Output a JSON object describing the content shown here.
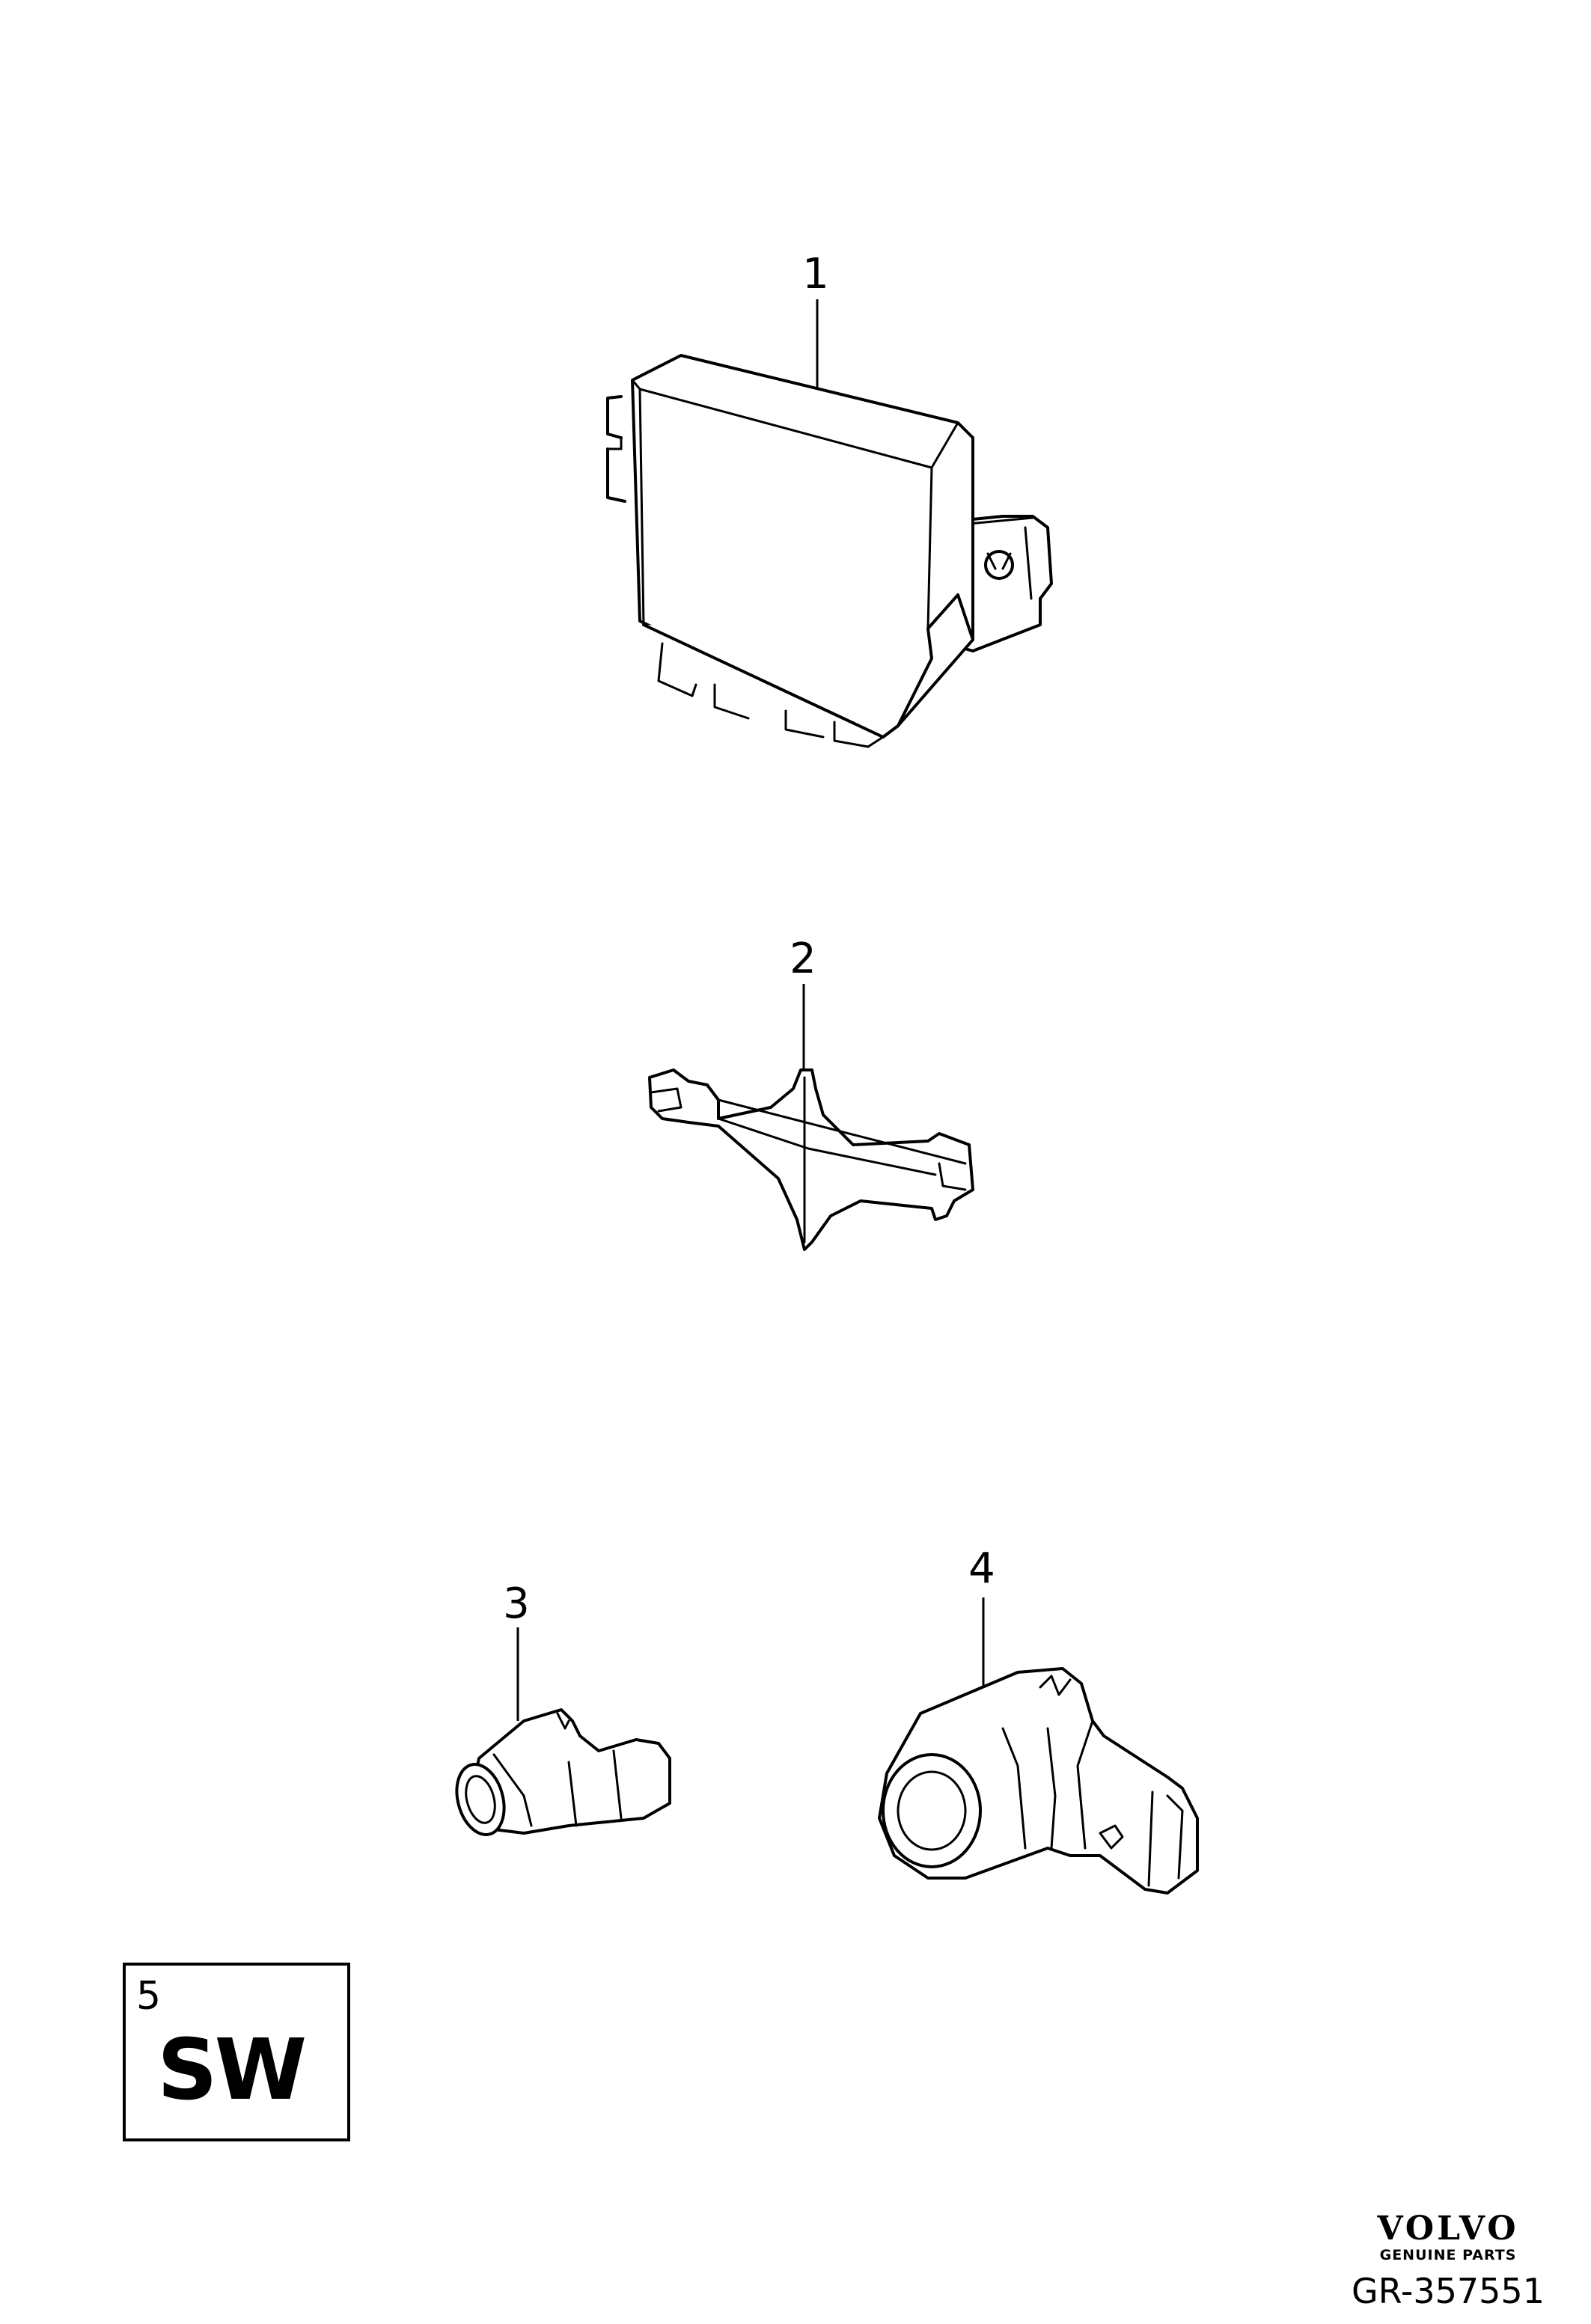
{
  "callouts": {
    "c1": "1",
    "c2": "2",
    "c3": "3",
    "c4": "4"
  },
  "variant_box": {
    "number": "5",
    "code": "SW"
  },
  "branding": {
    "logo_text": "VOLVO",
    "logo_subtext": "GENUINE PARTS",
    "reference": "GR-357551"
  }
}
